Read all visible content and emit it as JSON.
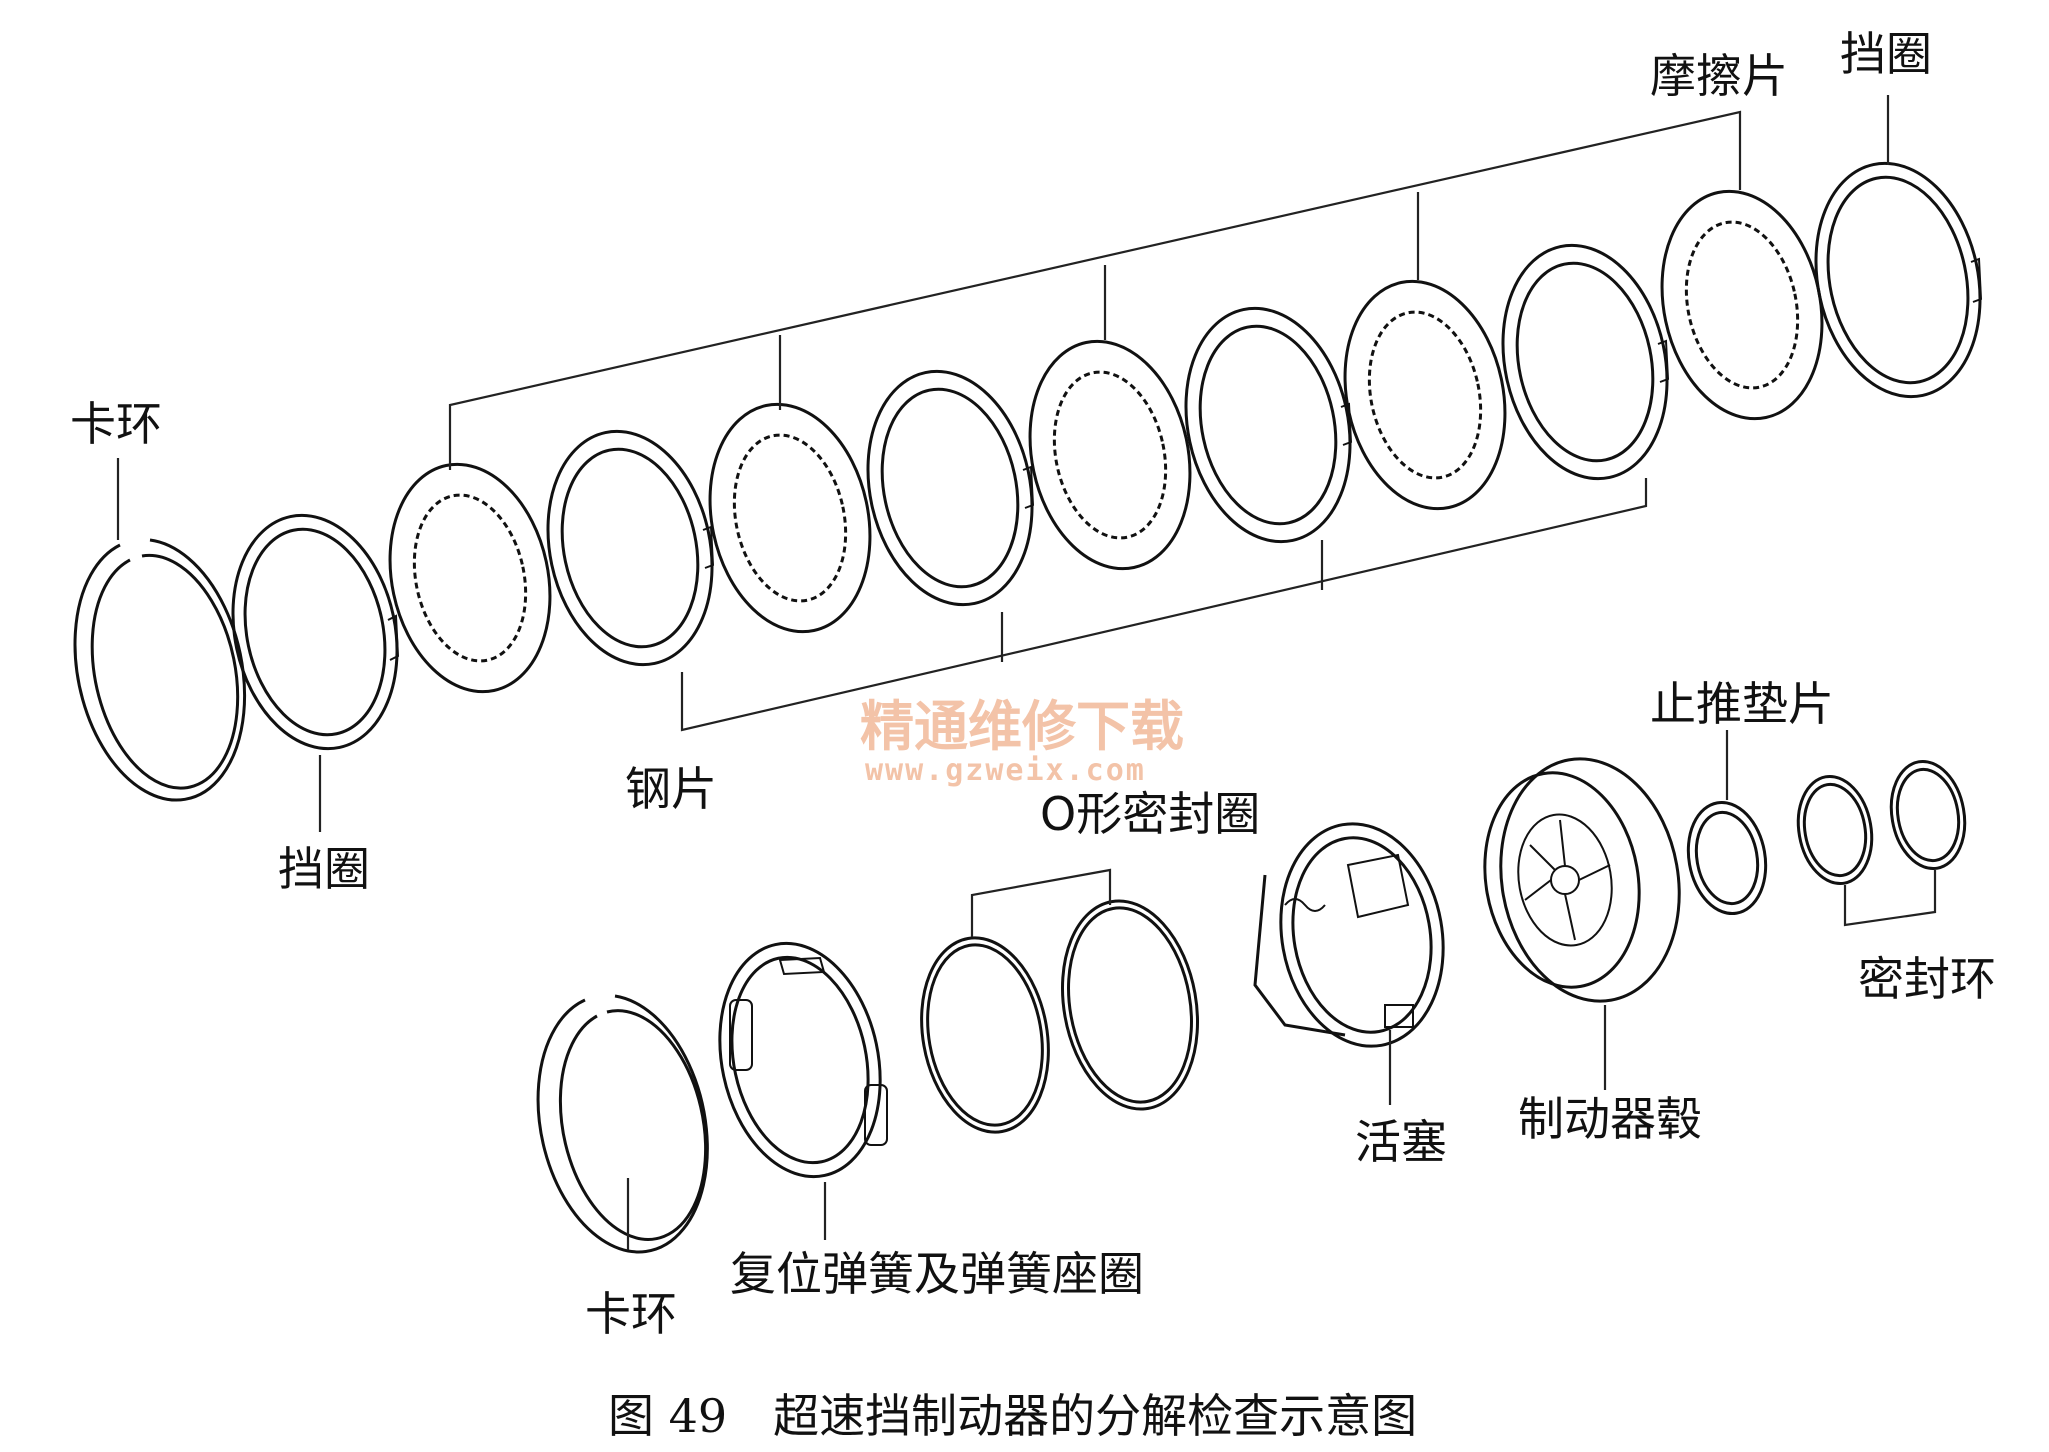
{
  "figure": {
    "caption": "图 49　超速挡制动器的分解检查示意图"
  },
  "labels": {
    "upper_snap_ring": "卡环",
    "upper_retainer_left": "挡圈",
    "steel_plate": "钢片",
    "friction_plate": "摩擦片",
    "upper_retainer_right": "挡圈",
    "lower_snap_ring": "卡环",
    "return_spring": "复位弹簧及弹簧座圈",
    "o_ring": "O形密封圈",
    "piston": "活塞",
    "brake_hub": "制动器毂",
    "thrust_washer": "止推垫片",
    "seal_ring": "密封环"
  },
  "watermark": {
    "cn": "精通维修下载",
    "url": "www.gzweix.com"
  }
}
